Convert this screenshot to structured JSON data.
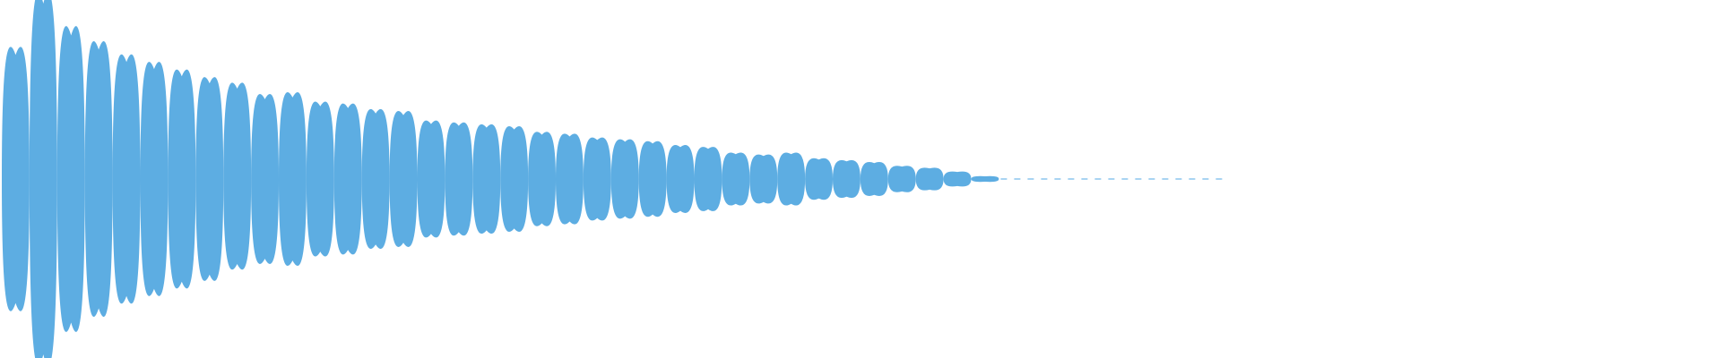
{
  "waveform": {
    "color": "#5DADE2",
    "silence_line_color": "#8CC6EE",
    "lobes": [
      {
        "top": 0.7,
        "bottom": 0.7
      },
      {
        "top": 0.99,
        "bottom": 0.99
      },
      {
        "top": 0.81,
        "bottom": 0.81
      },
      {
        "top": 0.73,
        "bottom": 0.73
      },
      {
        "top": 0.66,
        "bottom": 0.66
      },
      {
        "top": 0.62,
        "bottom": 0.62
      },
      {
        "top": 0.58,
        "bottom": 0.58
      },
      {
        "top": 0.54,
        "bottom": 0.54
      },
      {
        "top": 0.51,
        "bottom": 0.48
      },
      {
        "top": 0.45,
        "bottom": 0.45
      },
      {
        "top": 0.46,
        "bottom": 0.46
      },
      {
        "top": 0.41,
        "bottom": 0.41
      },
      {
        "top": 0.4,
        "bottom": 0.4
      },
      {
        "top": 0.37,
        "bottom": 0.37
      },
      {
        "top": 0.36,
        "bottom": 0.36
      },
      {
        "top": 0.31,
        "bottom": 0.31
      },
      {
        "top": 0.3,
        "bottom": 0.3
      },
      {
        "top": 0.29,
        "bottom": 0.29
      },
      {
        "top": 0.28,
        "bottom": 0.28
      },
      {
        "top": 0.25,
        "bottom": 0.25
      },
      {
        "top": 0.24,
        "bottom": 0.24
      },
      {
        "top": 0.22,
        "bottom": 0.22
      },
      {
        "top": 0.21,
        "bottom": 0.21
      },
      {
        "top": 0.2,
        "bottom": 0.2
      },
      {
        "top": 0.18,
        "bottom": 0.18
      },
      {
        "top": 0.17,
        "bottom": 0.17
      },
      {
        "top": 0.14,
        "bottom": 0.14
      },
      {
        "top": 0.13,
        "bottom": 0.13
      },
      {
        "top": 0.14,
        "bottom": 0.14
      },
      {
        "top": 0.11,
        "bottom": 0.11
      },
      {
        "top": 0.1,
        "bottom": 0.1
      },
      {
        "top": 0.09,
        "bottom": 0.09
      },
      {
        "top": 0.07,
        "bottom": 0.07
      },
      {
        "top": 0.06,
        "bottom": 0.06
      },
      {
        "top": 0.04,
        "bottom": 0.04
      },
      {
        "top": 0.015,
        "bottom": 0.015
      }
    ]
  }
}
